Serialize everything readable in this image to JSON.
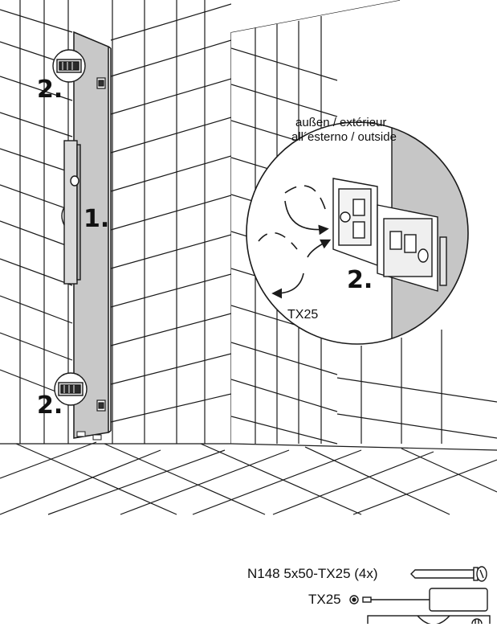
{
  "step_labels": {
    "top_clip": "2.",
    "panel": "1.",
    "bottom_clip": "2.",
    "detail": "2."
  },
  "detail": {
    "position_line1": "außen / extérieur",
    "position_line2": "all´esterno / outside",
    "tool": "TX25"
  },
  "parts": {
    "screw": "N148 5x50-TX25 (4x)",
    "screwdriver": "TX25"
  },
  "colors": {
    "line": "#1a1a1a",
    "panel_fill": "#c8c8c8",
    "wall_shade": "#c6c6c6"
  }
}
